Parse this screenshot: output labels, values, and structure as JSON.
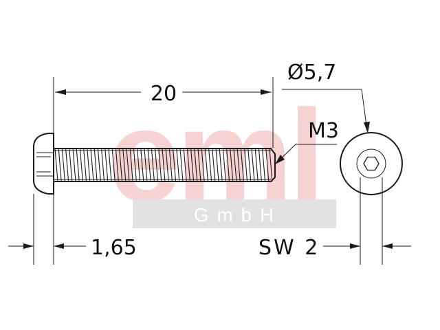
{
  "dimensions": {
    "length": "20",
    "diameter": "Ø5,7",
    "thread": "M3",
    "head_height": "1,65",
    "hex_key": "SW 2"
  },
  "watermark": {
    "logo_text": "eml",
    "subtitle": "G m b H",
    "logo_color": "#f4c8c8",
    "bar_color": "#e0e0e0"
  }
}
